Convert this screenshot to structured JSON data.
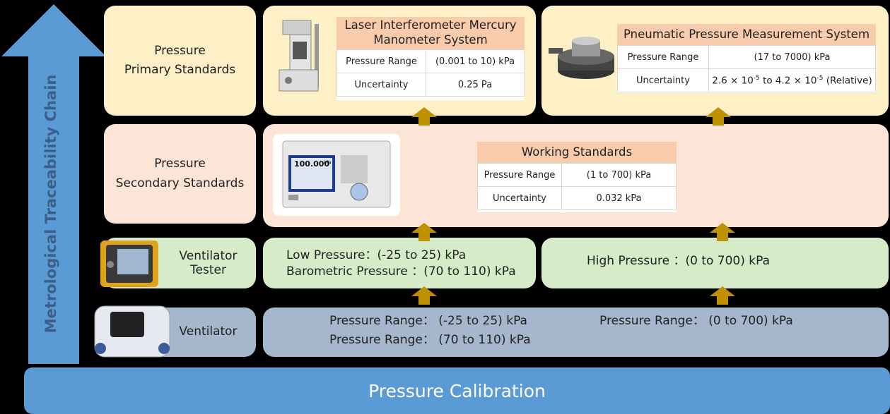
{
  "side_label": "Metrological Traceability Chain",
  "footer": "Pressure Calibration",
  "levels": {
    "primary": "Pressure\nPrimary Standards",
    "secondary": "Pressure\nSecondary Standards",
    "tester": "Ventilator\nTester",
    "ventilator": "Ventilator"
  },
  "laser": {
    "title": "Laser Interferometer Mercury Manometer System",
    "rows": [
      [
        "Pressure Range",
        "(0.001 to 10) kPa"
      ],
      [
        "Uncertainty",
        "0.25 Pa"
      ]
    ]
  },
  "pneumatic": {
    "title": "Pneumatic Pressure Measurement System",
    "rows": [
      [
        "Pressure Range",
        "(17 to 7000) kPa"
      ],
      [
        "Uncertainty",
        "2.6 × 10-5 to 4.2 × 10-5 (Relative)"
      ]
    ],
    "unc_a": "2.6 × 10",
    "unc_exp_a": "-5",
    "unc_b": " to 4.2 × 10",
    "unc_exp_b": "-5",
    "unc_c": " (Relative)"
  },
  "working": {
    "title": "Working Standards",
    "rows": [
      [
        "Pressure Range",
        "(1 to 700) kPa"
      ],
      [
        "Uncertainty",
        "0.032 kPa"
      ]
    ]
  },
  "device_screen": "100.000",
  "device_unit": "kPa",
  "tester_low": [
    "Low Pressure：(-25 to 25) kPa",
    "Barometric Pressure ：(70 to 110) kPa"
  ],
  "tester_high": "High Pressure ：(0 to 700) kPa",
  "vent_low": [
    "Pressure Range： (-25 to 25) kPa",
    "Pressure Range： (70 to 110) kPa"
  ],
  "vent_high": "Pressure Range： (0 to 700) kPa",
  "colors": {
    "arrow_blue": "#5b9bd5",
    "gold": "#bf9000",
    "yellow": "#fdf0c6",
    "peach": "#fce4d6",
    "green": "#d6ecc9",
    "gray_blue": "#a6b6cc"
  }
}
